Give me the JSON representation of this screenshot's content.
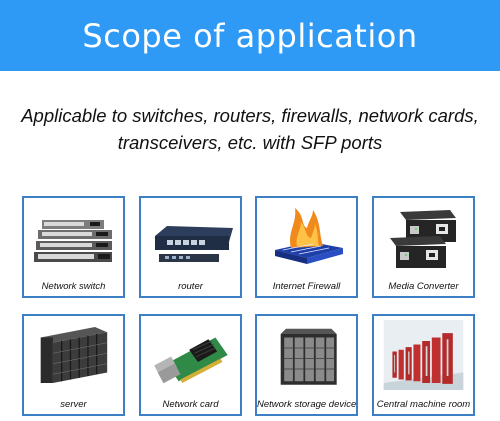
{
  "banner": {
    "title": "Scope of application"
  },
  "description": {
    "line1": "Applicable to switches, routers, firewalls, network cards,",
    "line2": "transceivers, etc. with SFP ports"
  },
  "colors": {
    "banner": "#2e9af5",
    "card_border": "#3d7fc4"
  },
  "items": [
    {
      "label": "Network switch",
      "icon": "network-switch-icon"
    },
    {
      "label": "router",
      "icon": "router-icon"
    },
    {
      "label": "Internet Firewall",
      "icon": "firewall-icon"
    },
    {
      "label": "Media Converter",
      "icon": "media-converter-icon"
    },
    {
      "label": "server",
      "icon": "server-rack-icon"
    },
    {
      "label": "Network card",
      "icon": "network-card-icon"
    },
    {
      "label": "Network storage device",
      "icon": "storage-device-icon"
    },
    {
      "label": "Central machine room",
      "icon": "machine-room-icon"
    }
  ]
}
